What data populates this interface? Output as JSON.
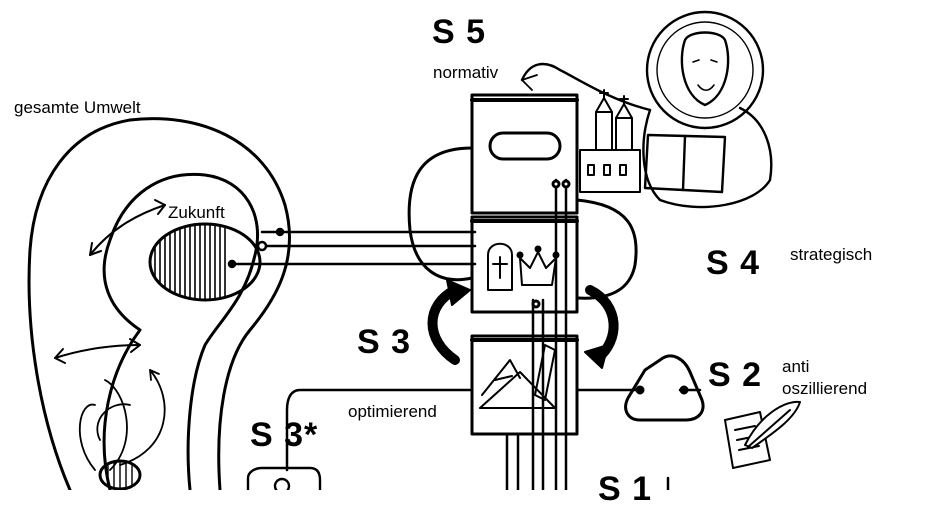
{
  "labels": {
    "s5": "S 5",
    "normativ": "normativ",
    "gesamte_umwelt": "gesamte Umwelt",
    "zukunft": "Zukunft",
    "s4": "S 4",
    "strategisch": "strategisch",
    "s3": "S 3",
    "s2": "S 2",
    "anti": "anti",
    "oszillierend": "oszillierend",
    "optimierend": "optimierend",
    "s3star": "S 3*",
    "s1": "S 1"
  },
  "colors": {
    "ink": "#000000",
    "paper": "#ffffff"
  },
  "icons": [
    "christ-icon",
    "church-icon",
    "crown-icon",
    "tombstone-icon",
    "quill-paper-icon",
    "toolbox-icon",
    "eye-icon"
  ]
}
